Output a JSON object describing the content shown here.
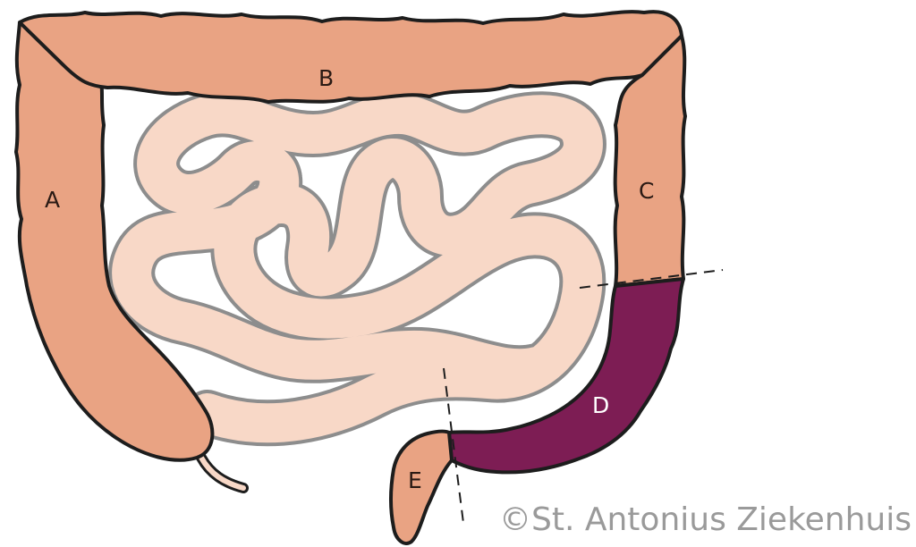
{
  "labels": {
    "a": "A",
    "b": "B",
    "c": "C",
    "d": "D",
    "e": "E"
  },
  "credit": "©St. Antonius Ziekenhuis",
  "colors": {
    "colon": "#e9a383",
    "small_intestine": "#f8d8c7",
    "small_intestine_outline": "#8d8d8d",
    "highlighted_segment": "#7d1d54",
    "outline": "#1d1d1d",
    "credit_text": "#9a9a9a"
  }
}
